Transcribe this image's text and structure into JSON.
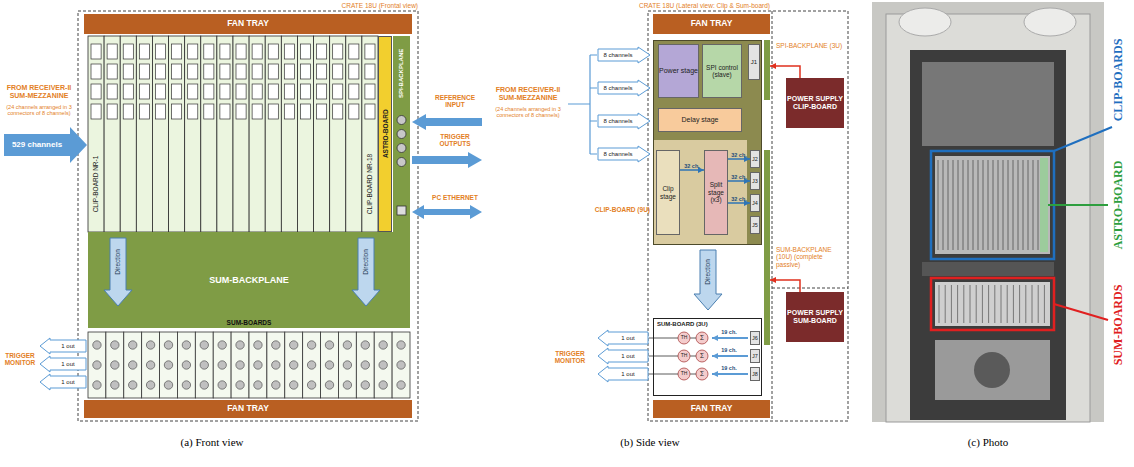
{
  "diagram": {
    "nodes": [
      {
        "text": [
          "FAN TRAY"
        ]
      },
      {
        "text": [
          "ASTRO-BOARD"
        ]
      },
      {
        "text": [
          "SPI-BACKPLANE"
        ]
      },
      {
        "text": [
          "SUM-BACKPLANE"
        ]
      },
      {
        "text": [
          "FAN TRAY"
        ]
      },
      {
        "text": [
          "FAN TRAY"
        ]
      },
      {
        "text": [
          "CLIP-BOARD (9U)"
        ]
      },
      {
        "text": [
          "Power stage"
        ],
        "in": 6
      },
      {
        "text": [
          "SPI control (slave)"
        ],
        "in": 6
      },
      {
        "text": [
          "J1"
        ],
        "in": 6
      },
      {
        "text": [
          "Delay stage"
        ],
        "in": 6
      },
      {
        "text": [
          "Clip stage"
        ],
        "in": 6
      },
      {
        "text": [
          "Split stage (x3)"
        ],
        "in": 6
      },
      {
        "text": [
          "J2"
        ],
        "in": 6
      },
      {
        "text": [
          "J3"
        ],
        "in": 6
      },
      {
        "text": [
          "J4"
        ],
        "in": 6
      },
      {
        "text": [
          "J5"
        ],
        "in": 6
      },
      {
        "text": [
          "SPI-BACKPLANE (3U)"
        ]
      },
      {
        "text": [
          "POWER SUPPLY CLIP-BOARD"
        ]
      },
      {
        "text": [
          "SUM-BACKPLANE (10U) (complete passive)"
        ]
      },
      {
        "text": [
          "SUM-BOARD (3U)"
        ]
      },
      {
        "text": [
          "J6"
        ],
        "in": 20
      },
      {
        "text": [
          "J7"
        ],
        "in": 20
      },
      {
        "text": [
          "J8"
        ],
        "in": 20
      },
      {
        "text": [
          "POWER SUPPLY SUM-BOARD"
        ]
      },
      {
        "text": [
          "FAN TRAY"
        ]
      }
    ],
    "edges": [
      {
        "from": 11,
        "to": 12,
        "arrow": "to",
        "label": "32 ch."
      },
      {
        "from": 12,
        "to": 13,
        "arrow": "to",
        "label": "32 ch."
      },
      {
        "from": 12,
        "to": 14,
        "arrow": "to",
        "label": "32 ch."
      },
      {
        "from": 12,
        "to": 15,
        "arrow": "to",
        "label": "32 ch."
      },
      {
        "from": 18,
        "to": 17,
        "arrow": "to"
      },
      {
        "from": 24,
        "to": 19,
        "arrow": "to"
      }
    ],
    "labels": [
      "CRATE 18U (Frontal view)",
      "FROM RECEIVER-II SUM-MEZZANINE",
      "(24 channels arranged in 3 connectors of 8 channels)",
      "529 channels",
      "CLIP-BOARD NR-1",
      "CLIP-BOARD NR-18",
      "REFERENCE INPUT",
      "TRIGGER OUTPUTS",
      "PC ETHERNET",
      "Direction",
      "Direction",
      "SUM-BOARDS",
      "TRIGGER MONITOR",
      "1 out",
      "1 out",
      "1 out",
      "(a) Front view",
      "CRATE 18U (Lateral view: Clip & Sum-board)",
      "FROM RECEIVER-II SUM-MEZZANINE",
      "(24 channels arranged in 3 connectors of 8 channels)",
      "8 channels",
      "8 channels",
      "8 channels",
      "8 channels",
      "Direction",
      "19 ch.",
      "19 ch.",
      "19 ch.",
      "TH",
      "TH",
      "TH",
      "Σ",
      "Σ",
      "Σ",
      "TRIGGER MONITOR",
      "1 out",
      "1 out",
      "1 out",
      "(b) Side view",
      "CLIP-BOARDS",
      "ASTRO-BOARD",
      "SUM-BOARDS",
      "(c) Photo"
    ]
  }
}
